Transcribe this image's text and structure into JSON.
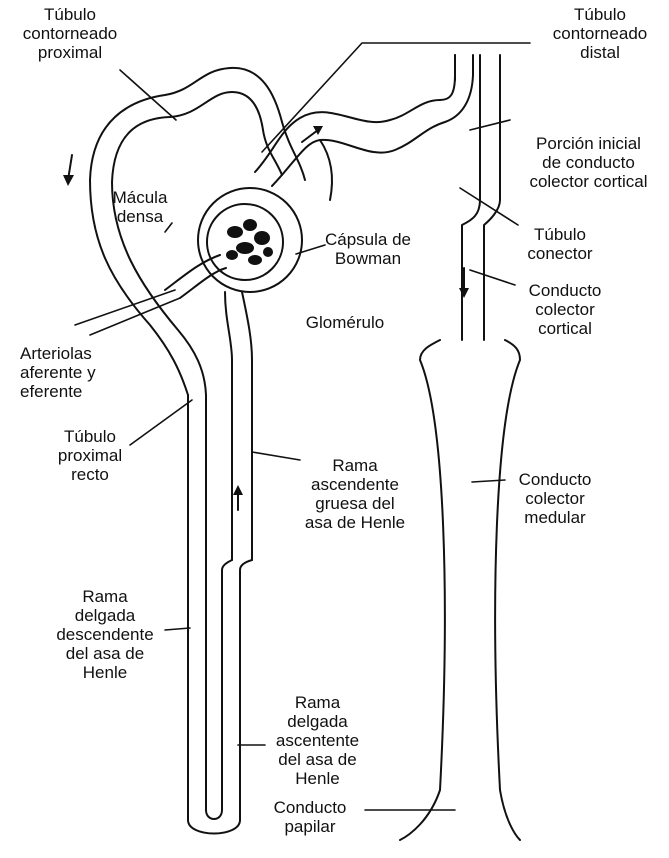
{
  "labels": {
    "tubulo_proximal": "Túbulo\ncontorneado\nproximal",
    "tubulo_distal": "Túbulo\ncontorneado\ndistal",
    "porcion_inicial": "Porción inicial\nde conducto\ncolector cortical",
    "macula_densa": "Mácula\ndensa",
    "capsula_bowman": "Cápsula de\nBowman",
    "tubulo_conector": "Túbulo\nconector",
    "conducto_colector_cortical": "Conducto\ncolector\ncortical",
    "glomerulo": "Glomérulo",
    "arteriolas": "Arteriolas\naferente y\neferente",
    "tubulo_recto": "Túbulo\nproximal\nrecto",
    "rama_ascendente_gruesa": "Rama\nascendente\ngruesa del\nasa de Henle",
    "conducto_colector_medular": "Conducto\ncolector\nmedular",
    "rama_descendente": "Rama\ndelgada\ndescendente\ndel asa de\nHenle",
    "rama_ascendente_delgada": "Rama\ndelgada\nascentente\ndel asa de\nHenle",
    "conducto_papilar": "Conducto\npapilar"
  },
  "colors": {
    "line": "#111111",
    "background": "#ffffff"
  }
}
